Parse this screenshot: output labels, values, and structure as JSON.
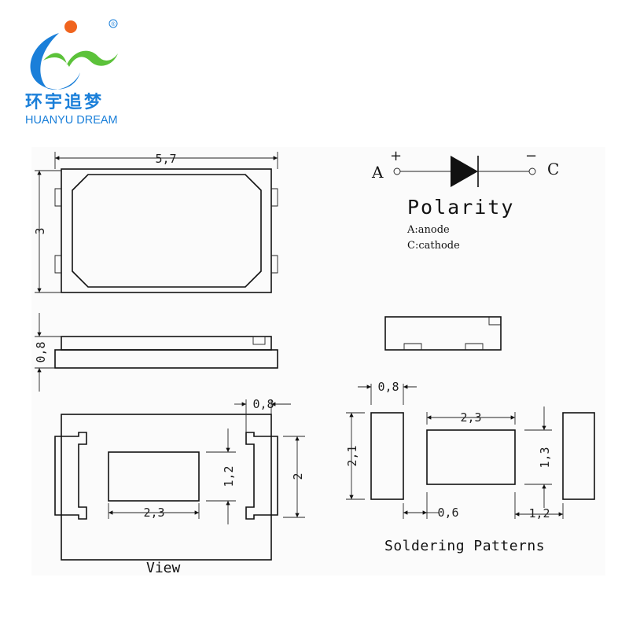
{
  "logo": {
    "brand_cn": "环宇追梦",
    "brand_en": "HUANYU DREAM",
    "registered_mark": "®",
    "colors": {
      "blue": "#1a7fd9",
      "green": "#5cc23a",
      "sun": "#f0641e"
    }
  },
  "top_view": {
    "width_dim": "5,7",
    "height_dim": "3"
  },
  "side_view": {
    "height_dim": "0,8"
  },
  "bottom_view": {
    "pad_width_dim": "0,8",
    "pad_height_dim": "1,2",
    "total_height_dim": "2",
    "center_width_dim": "2,3",
    "caption": "View"
  },
  "polarity": {
    "anode_letter": "A",
    "cathode_letter": "C",
    "plus": "+",
    "minus": "−",
    "title": "Polarity",
    "anode_desc": "A:anode",
    "cathode_desc": "C:cathode"
  },
  "soldering": {
    "pad_width": "0,8",
    "pad_height": "2,1",
    "center_width": "2,3",
    "center_height": "1,3",
    "gap": "0,6",
    "right_offset": "1,2",
    "caption": "Soldering Patterns"
  }
}
